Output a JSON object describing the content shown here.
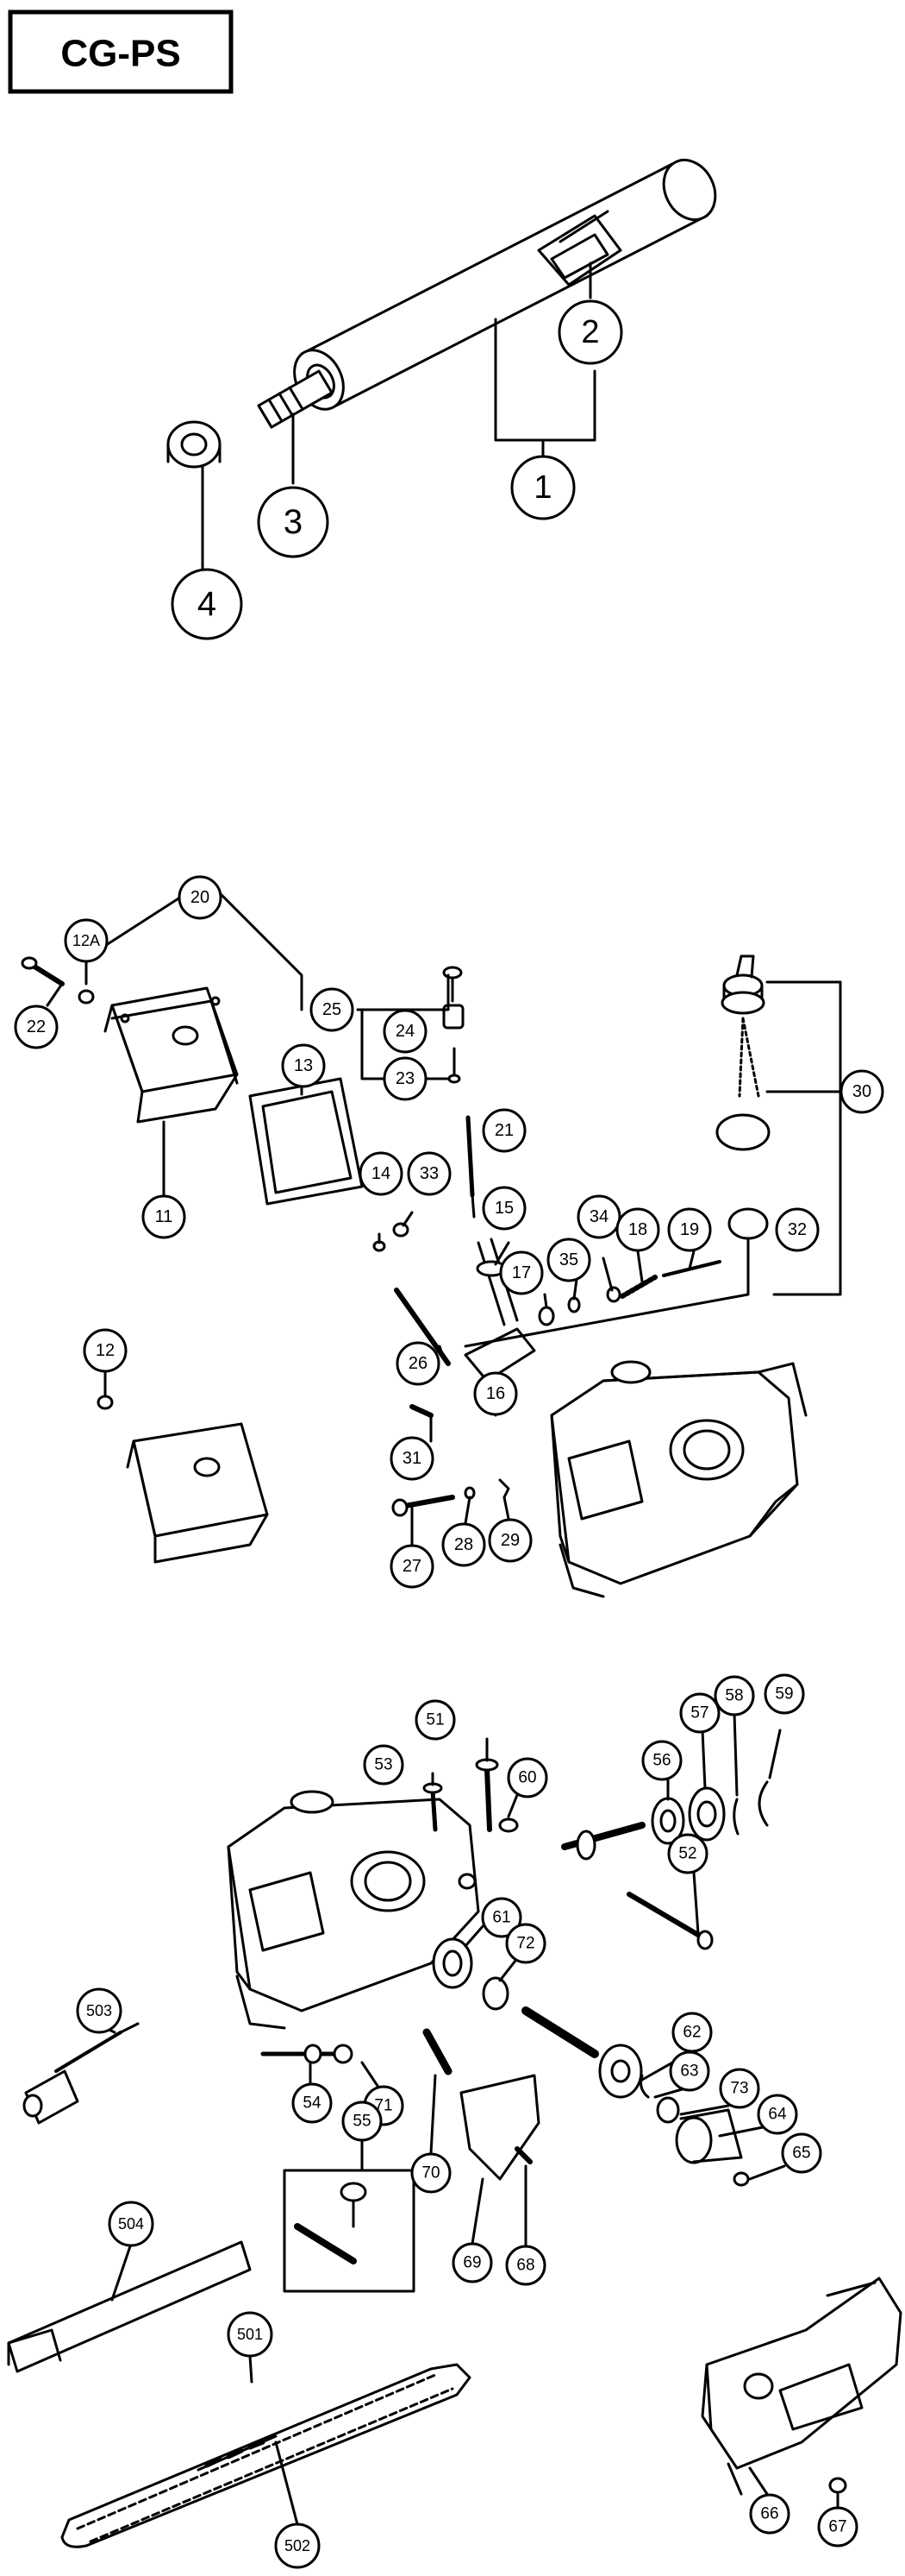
{
  "model": "CG-PS",
  "callouts": {
    "c1": "1",
    "c2": "2",
    "c3": "3",
    "c4": "4",
    "c20": "20",
    "c12A": "12A",
    "c22": "22",
    "c13": "13",
    "c11": "11",
    "c25": "25",
    "c24": "24",
    "c23": "23",
    "c21": "21",
    "c14": "14",
    "c33": "33",
    "c15": "15",
    "c34": "34",
    "c18": "18",
    "c19": "19",
    "c32": "32",
    "c30": "30",
    "c35": "35",
    "c17": "17",
    "c26": "26",
    "c16": "16",
    "c12": "12",
    "c31": "31",
    "c27": "27",
    "c28": "28",
    "c29": "29",
    "c51": "51",
    "c53": "53",
    "c60": "60",
    "c56": "56",
    "c57": "57",
    "c58": "58",
    "c59": "59",
    "c52": "52",
    "c61": "61",
    "c72": "72",
    "c62": "62",
    "c63": "63",
    "c73": "73",
    "c64": "64",
    "c65": "65",
    "c54": "54",
    "c71": "71",
    "c70": "70",
    "c503": "503",
    "c55": "55",
    "c69": "69",
    "c68": "68",
    "c504": "504",
    "c501": "501",
    "c502": "502",
    "c66": "66",
    "c67": "67"
  }
}
